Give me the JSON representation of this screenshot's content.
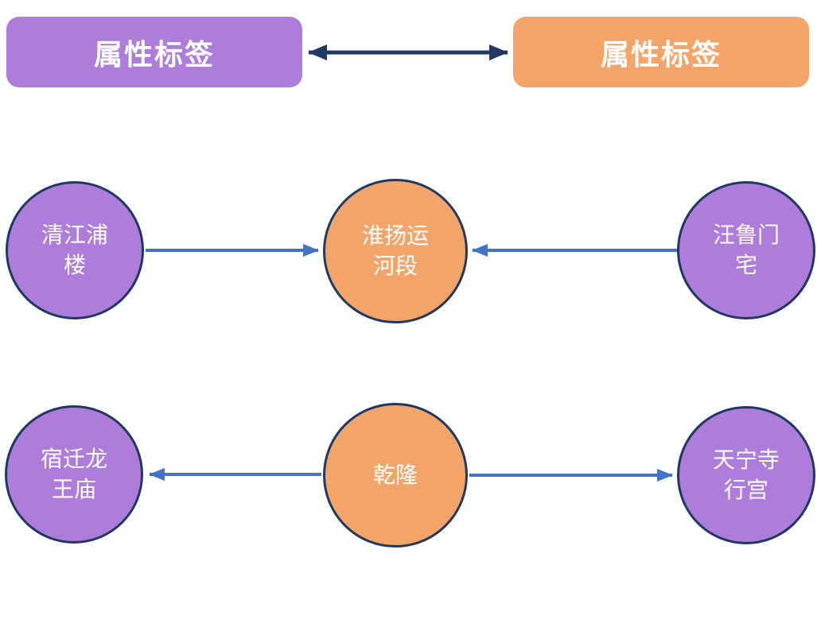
{
  "legend": {
    "purple_label": "属性标签",
    "orange_label": "属性标签"
  },
  "nodes": [
    {
      "id": "qingjiangpu-lou",
      "label": "清江浦楼",
      "lines": [
        "清江浦",
        "楼"
      ],
      "fill": "#AE7CDB",
      "row": "middle",
      "position": "left"
    },
    {
      "id": "huaiyang-canal-section",
      "label": "淮扬运河段",
      "lines": [
        "淮扬运",
        "河段"
      ],
      "fill": "#F3A468",
      "row": "middle",
      "position": "center"
    },
    {
      "id": "wanglumen-residence",
      "label": "汪鲁门宅",
      "lines": [
        "汪鲁门",
        "宅"
      ],
      "fill": "#AE7CDB",
      "row": "middle",
      "position": "right"
    },
    {
      "id": "suqian-dragon-king-temple",
      "label": "宿迁龙王庙",
      "lines": [
        "宿迁龙",
        "王庙"
      ],
      "fill": "#AE7CDB",
      "row": "bottom",
      "position": "left"
    },
    {
      "id": "qianlong",
      "label": "乾隆",
      "lines": [
        "乾隆"
      ],
      "fill": "#F3A468",
      "row": "bottom",
      "position": "center"
    },
    {
      "id": "tianning-temple-palace",
      "label": "天宁寺行宫",
      "lines": [
        "天宁寺",
        "行宫"
      ],
      "fill": "#AE7CDB",
      "row": "bottom",
      "position": "right"
    }
  ],
  "edges": [
    {
      "from": "属性标签(紫)",
      "to": "属性标签(橙)",
      "style": "double-headed",
      "color": "#1F3864"
    },
    {
      "from": "清江浦楼",
      "to": "淮扬运河段",
      "style": "arrow",
      "color": "#4472C4"
    },
    {
      "from": "汪鲁门宅",
      "to": "淮扬运河段",
      "style": "arrow",
      "color": "#4472C4"
    },
    {
      "from": "乾隆",
      "to": "宿迁龙王庙",
      "style": "arrow",
      "color": "#4472C4"
    },
    {
      "from": "乾隆",
      "to": "天宁寺行宫",
      "style": "arrow",
      "color": "#4472C4"
    }
  ],
  "colors": {
    "purple_fill": "#AE7CDB",
    "orange_fill": "#F3A468",
    "circle_border": "#1F3864",
    "double_arrow": "#1F3864",
    "single_arrow": "#4472C4",
    "label_text": "#FFFFFF"
  }
}
